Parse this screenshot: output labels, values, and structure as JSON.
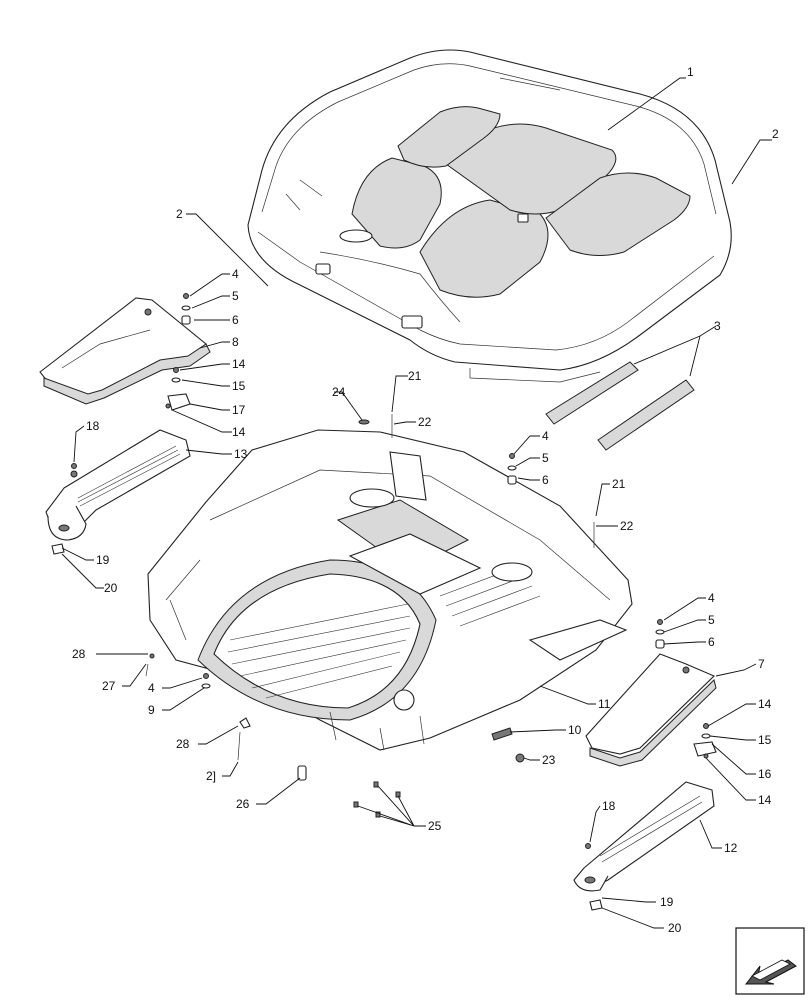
{
  "diagram": {
    "callouts": [
      {
        "id": "c1",
        "label": "1"
      },
      {
        "id": "c2a",
        "label": "2"
      },
      {
        "id": "c2b",
        "label": "2"
      },
      {
        "id": "c3",
        "label": "3"
      },
      {
        "id": "c4a",
        "label": "4"
      },
      {
        "id": "c5a",
        "label": "5"
      },
      {
        "id": "c6a",
        "label": "6"
      },
      {
        "id": "c8",
        "label": "8"
      },
      {
        "id": "c14a",
        "label": "14"
      },
      {
        "id": "c15a",
        "label": "15"
      },
      {
        "id": "c17",
        "label": "17"
      },
      {
        "id": "c14b",
        "label": "14"
      },
      {
        "id": "c18a",
        "label": "18"
      },
      {
        "id": "c13",
        "label": "13"
      },
      {
        "id": "c19a",
        "label": "19"
      },
      {
        "id": "c20a",
        "label": "20"
      },
      {
        "id": "c24",
        "label": "24"
      },
      {
        "id": "c21a",
        "label": "21"
      },
      {
        "id": "c22a",
        "label": "22"
      },
      {
        "id": "c4b",
        "label": "4"
      },
      {
        "id": "c5b",
        "label": "5"
      },
      {
        "id": "c6b",
        "label": "6"
      },
      {
        "id": "c21b",
        "label": "21"
      },
      {
        "id": "c22b",
        "label": "22"
      },
      {
        "id": "c4c",
        "label": "4"
      },
      {
        "id": "c5c",
        "label": "5"
      },
      {
        "id": "c6c",
        "label": "6"
      },
      {
        "id": "c7",
        "label": "7"
      },
      {
        "id": "c14c",
        "label": "14"
      },
      {
        "id": "c15b",
        "label": "15"
      },
      {
        "id": "c16",
        "label": "16"
      },
      {
        "id": "c14d",
        "label": "14"
      },
      {
        "id": "c28a",
        "label": "28"
      },
      {
        "id": "c27",
        "label": "27"
      },
      {
        "id": "c4d",
        "label": "4"
      },
      {
        "id": "c9",
        "label": "9"
      },
      {
        "id": "c11",
        "label": "11"
      },
      {
        "id": "c10",
        "label": "10"
      },
      {
        "id": "c28b",
        "label": "28"
      },
      {
        "id": "c2c",
        "label": "2]"
      },
      {
        "id": "c23",
        "label": "23"
      },
      {
        "id": "c26",
        "label": "26"
      },
      {
        "id": "c25",
        "label": "25"
      },
      {
        "id": "c18b",
        "label": "18"
      },
      {
        "id": "c12",
        "label": "12"
      },
      {
        "id": "c19b",
        "label": "19"
      },
      {
        "id": "c20b",
        "label": "20"
      }
    ]
  }
}
